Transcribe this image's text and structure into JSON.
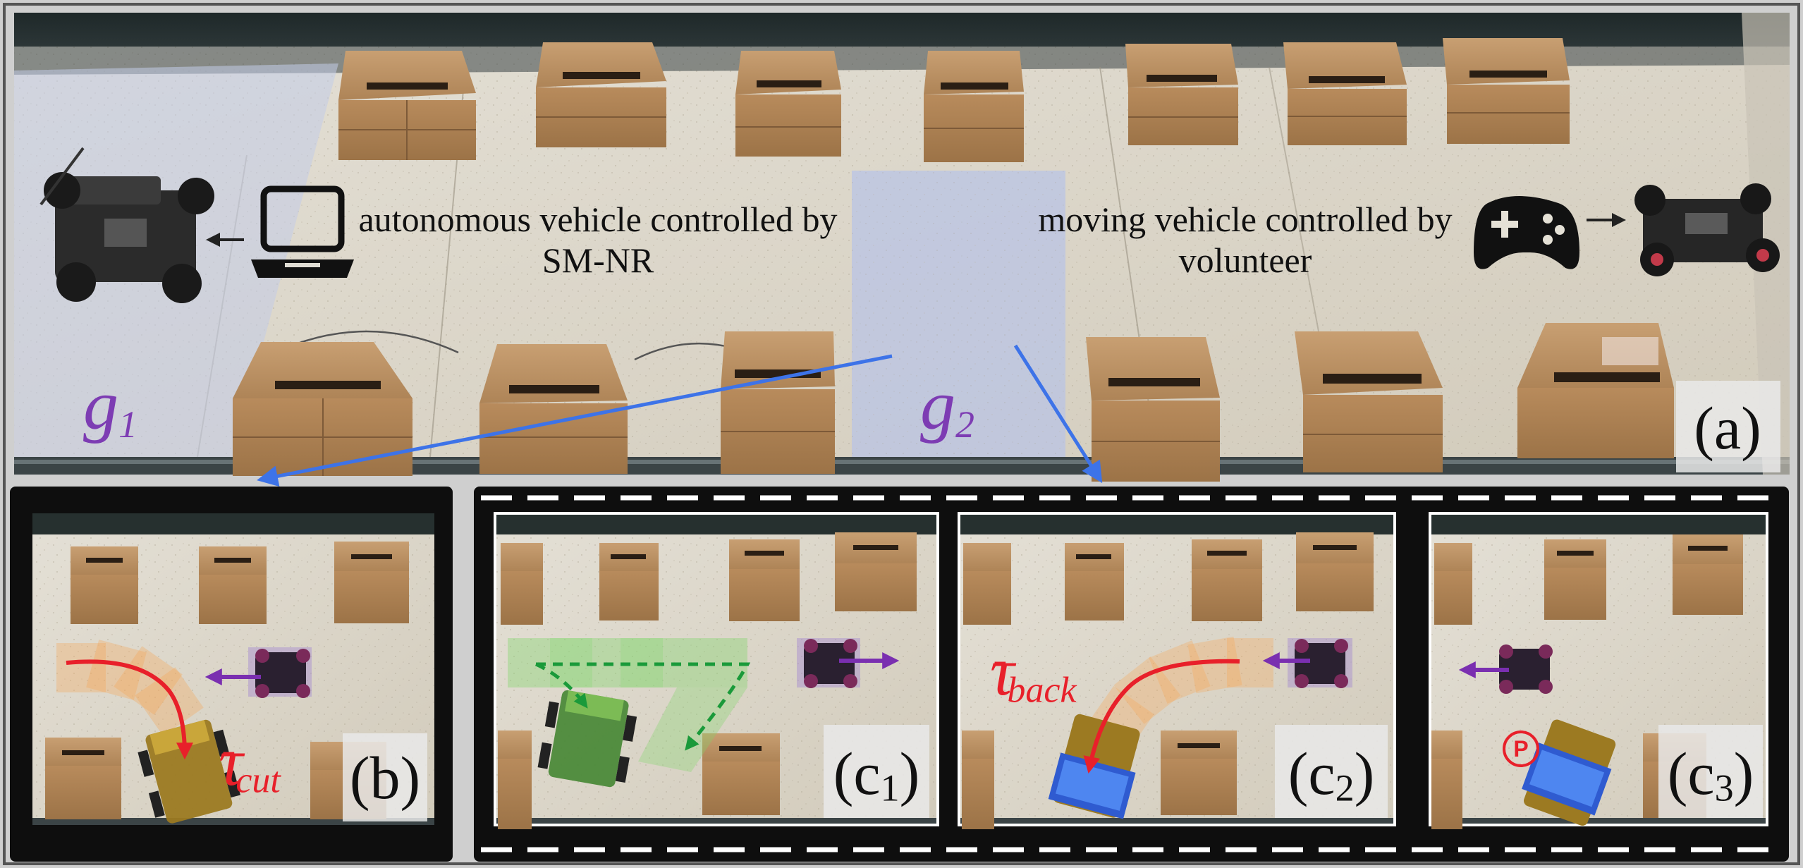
{
  "top_panel": {
    "label": "(a)",
    "caption_left": {
      "line1": "autonomous vehicle controlled by",
      "line2": "SM-NR"
    },
    "caption_right": {
      "line1": "moving vehicle controlled by",
      "line2": "volunteer"
    },
    "goal_1": {
      "base": "g",
      "sub": "1"
    },
    "goal_2": {
      "base": "g",
      "sub": "2"
    }
  },
  "panel_b": {
    "label": "(b)",
    "trajectory": {
      "base": "τ",
      "sup": "-",
      "sub": "cut"
    }
  },
  "panel_c1": {
    "label_base": "(c",
    "label_sub": "1",
    "label_close": ")"
  },
  "panel_c2": {
    "label_base": "(c",
    "label_sub": "2",
    "label_close": ")",
    "trajectory": {
      "base": "τ",
      "sup": "-",
      "sub": "back"
    }
  },
  "panel_c3": {
    "label_base": "(c",
    "label_sub": "3",
    "label_close": ")",
    "parking_sign": "P"
  },
  "icons": [
    "laptop-icon",
    "gamepad-icon",
    "arrow-left-icon",
    "arrow-right-icon"
  ],
  "colors": {
    "goal_purple": "#7d3cb3",
    "trajectory_red": "#e8202a",
    "arrow_blue": "#3d73e8",
    "lane_dark": "#0e0e0e",
    "floor": "#d9d3c6",
    "box_cardboard": "#b98e62"
  }
}
